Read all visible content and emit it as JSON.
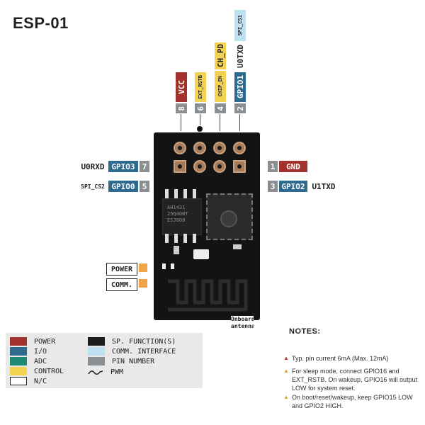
{
  "title": "ESP-01",
  "top_pins": [
    {
      "number": "8",
      "labels": [
        {
          "text": "VCC",
          "type": "power"
        }
      ]
    },
    {
      "number": "6",
      "labels": [
        {
          "text": "EXT_RSTB",
          "type": "control"
        }
      ]
    },
    {
      "number": "4",
      "labels": [
        {
          "text": "CHIP_EN",
          "type": "control"
        },
        {
          "text": "CH_PD",
          "type": "control"
        }
      ]
    },
    {
      "number": "2",
      "labels": [
        {
          "text": "GPIO1",
          "type": "io"
        },
        {
          "text": "U0TXD",
          "type": "sp"
        },
        {
          "text": "SPI_CS1",
          "type": "comm"
        }
      ]
    }
  ],
  "left_pins": [
    {
      "number": "7",
      "labels": [
        {
          "text": "U0RXD",
          "type": "comm"
        },
        {
          "text": "GPIO3",
          "type": "io"
        }
      ]
    },
    {
      "number": "5",
      "labels": [
        {
          "text": "SPI_CS2",
          "type": "comm"
        },
        {
          "text": "GPIO0",
          "type": "io"
        }
      ]
    }
  ],
  "right_pins": [
    {
      "number": "1",
      "labels": [
        {
          "text": "GND",
          "type": "power"
        }
      ]
    },
    {
      "number": "3",
      "labels": [
        {
          "text": "GPIO2",
          "type": "io"
        },
        {
          "text": "U1TXD",
          "type": "comm"
        }
      ]
    }
  ],
  "leds": {
    "power": "POWER",
    "comm": "COMM."
  },
  "antenna_label": "Onboard antenna",
  "flash_chip": [
    "AH1431",
    "25Q40BT",
    "ESJ808"
  ],
  "legend": [
    {
      "label": "POWER",
      "type": "power"
    },
    {
      "label": "I/O",
      "type": "io"
    },
    {
      "label": "ADC",
      "type": "adc"
    },
    {
      "label": "CONTROL",
      "type": "control"
    },
    {
      "label": "N/C",
      "type": "nc"
    },
    {
      "label": "SP. FUNCTION(S)",
      "type": "sp"
    },
    {
      "label": "COMM. INTERFACE",
      "type": "comm"
    },
    {
      "label": "PIN NUMBER",
      "type": "num"
    },
    {
      "label": "PWM",
      "type": "pwm"
    }
  ],
  "notes_title": "NOTES:",
  "notes": [
    "Typ. pin current 6mA (Max. 12mA)",
    "For sleep mode, connect GPIO16 and EXT_RSTB. On wakeup, GPIO16 will output LOW for system reset.",
    "On boot/reset/wakeup, keep GPIO15 LOW and GPIO2 HIGH."
  ],
  "colors": {
    "power": "#a3312c",
    "io": "#2d6a8e",
    "adc": "#1f8a76",
    "control": "#f3d24f",
    "comm": "#bfe0f1",
    "sp": "#1c1c1c",
    "num": "#8a8f93",
    "nc": "#ffffff",
    "board": "#131313",
    "pin": "#a67b5b"
  }
}
